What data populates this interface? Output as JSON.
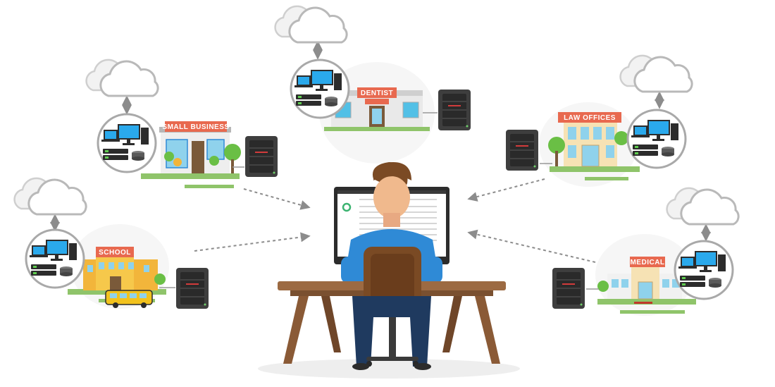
{
  "signs": {
    "dentist": "DENTIST",
    "small_business": "SMALL BUSINESS",
    "law_offices": "LAW OFFICES",
    "school": "SCHOOL",
    "medical": "MEDICAL"
  },
  "colors": {
    "sign": "#e8694f",
    "cloud_stroke": "#b9b9b9",
    "nas": "#3e3e3e",
    "grass": "#8fc46a",
    "shirt": "#2f8ad6",
    "desk": "#8a5a36",
    "arrow": "#8c8c8c"
  }
}
